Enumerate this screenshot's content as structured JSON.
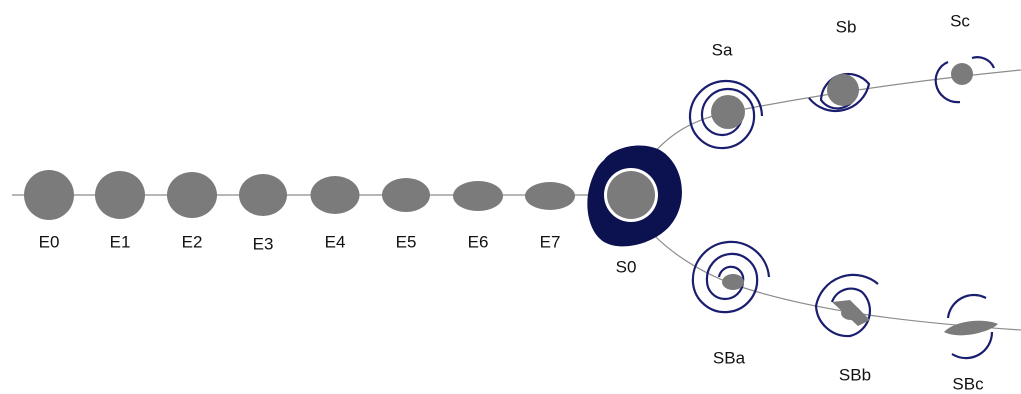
{
  "diagram": {
    "colors": {
      "galaxy_fill": "#7b7b7b",
      "spiral_arm": "#1a1e6e",
      "track_line": "#8c8c8c",
      "label_text": "#111111"
    },
    "elliptical": [
      {
        "label": "E0"
      },
      {
        "label": "E1"
      },
      {
        "label": "E2"
      },
      {
        "label": "E3"
      },
      {
        "label": "E4"
      },
      {
        "label": "E5"
      },
      {
        "label": "E6"
      },
      {
        "label": "E7"
      }
    ],
    "lenticular": {
      "label": "S0"
    },
    "spiral": [
      {
        "label": "Sa"
      },
      {
        "label": "Sb"
      },
      {
        "label": "Sc"
      }
    ],
    "barred_spiral": [
      {
        "label": "SBa"
      },
      {
        "label": "SBb"
      },
      {
        "label": "SBc"
      }
    ]
  }
}
